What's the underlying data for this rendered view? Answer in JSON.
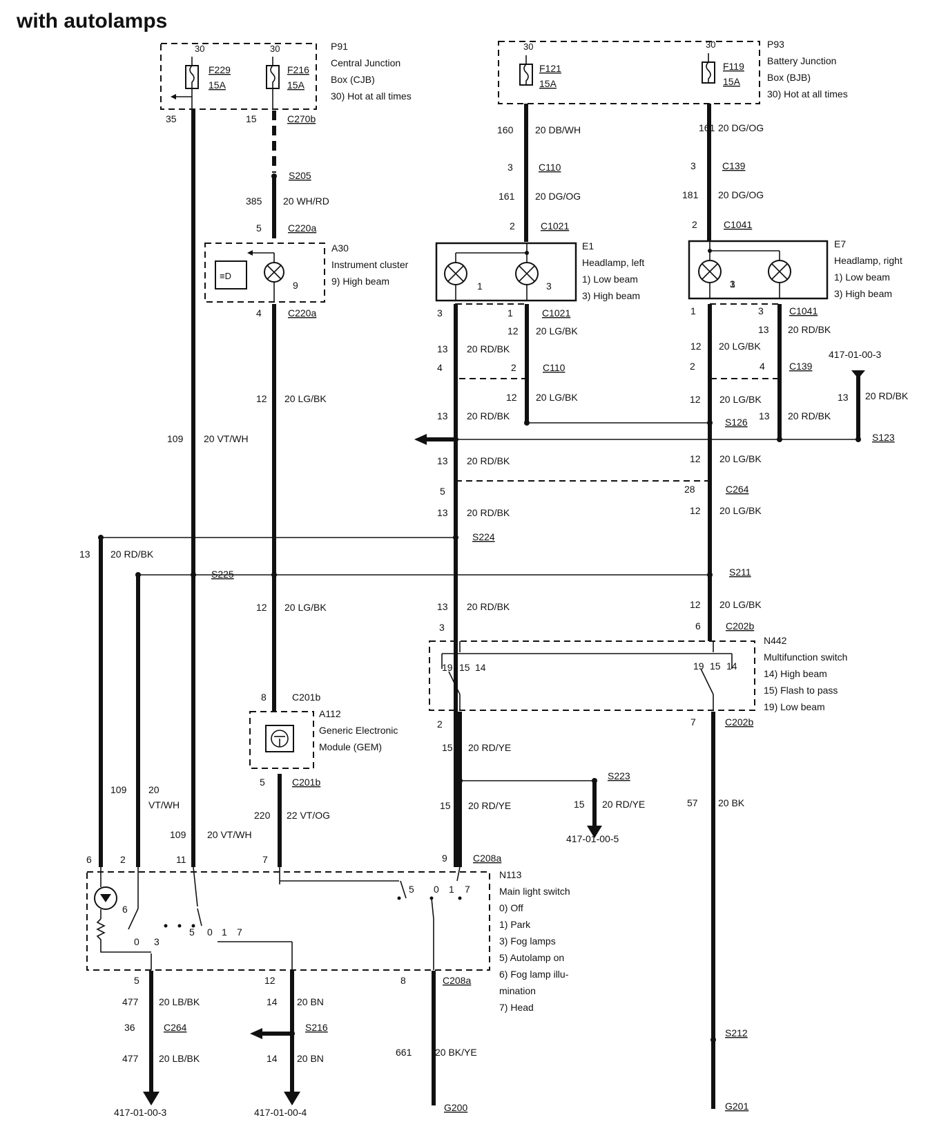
{
  "title": "with autolamps",
  "components": {
    "p91": [
      "P91",
      "Central Junction",
      "Box (CJB)",
      "30)   Hot at all times"
    ],
    "p93": [
      "P93",
      "Battery Junction",
      "Box (BJB)",
      "30)   Hot at all times"
    ],
    "a30": [
      "A30",
      "Instrument cluster",
      "9)      High beam"
    ],
    "e1": [
      "E1",
      "Headlamp, left",
      "1)      Low beam",
      "3)      High beam"
    ],
    "e7": [
      "E7",
      "Headlamp, right",
      "1)      Low beam",
      "3)      High beam"
    ],
    "n442": [
      "N442",
      "Multifunction switch",
      "14)   High beam",
      "15)   Flash to pass",
      "19)   Low beam"
    ],
    "a112": [
      "A112",
      "Generic Electronic",
      "Module (GEM)"
    ],
    "n113": [
      "N113",
      "Main light switch",
      "0)     Off",
      "1)     Park",
      "3)     Fog lamps",
      "5)     Autolamp on",
      "6)     Fog lamp illu-",
      "        mination",
      "7)     Head"
    ]
  },
  "fuses": [
    {
      "name": "F229",
      "rating": "15A",
      "pin": "30"
    },
    {
      "name": "F216",
      "rating": "15A",
      "pin": "30"
    },
    {
      "name": "F121",
      "rating": "15A",
      "pin": "30"
    },
    {
      "name": "F119",
      "rating": "15A",
      "pin": "30"
    }
  ],
  "labels": [
    "35",
    "15",
    "C270b",
    "S205",
    "385",
    "20 WH/RD",
    "5",
    "C220a",
    "9",
    "4",
    "C220a",
    "160",
    "20 DB/WH",
    "3",
    "C110",
    "161",
    "20 DG/OG",
    "2",
    "C1021",
    "161",
    "20 DG/OG",
    "3",
    "C139",
    "181",
    "20 DG/OG",
    "2",
    "C1041",
    "1",
    "3",
    "1",
    "3",
    "3",
    "1",
    "C1021",
    "12",
    "20 LG/BK",
    "13",
    "20 RD/BK",
    "4",
    "2",
    "C110",
    "1",
    "3",
    "C1041",
    "13",
    "20 RD/BK",
    "12",
    "20 LG/BK",
    "2",
    "4",
    "C139",
    "417-01-00-3",
    "13",
    "20 RD/BK",
    "12",
    "20 LG/BK",
    "13",
    "20 RD/BK",
    "12",
    "20 LG/BK",
    "S126",
    "13",
    "20 RD/BK",
    "S123",
    "109",
    "20 VT/WH",
    "12",
    "20 LG/BK",
    "13",
    "20 RD/BK",
    "12",
    "20 LG/BK",
    "5",
    "28",
    "C264",
    "13",
    "20 RD/BK",
    "12",
    "20 LG/BK",
    "S224",
    "13",
    "20 RD/BK",
    "S225",
    "S211",
    "12",
    "20 LG/BK",
    "13",
    "20 RD/BK",
    "12",
    "20 LG/BK",
    "3",
    "6",
    "C202b",
    "19",
    "15",
    "14",
    "19",
    "15",
    "14",
    "8",
    "C201b",
    "2",
    "7",
    "C202b",
    "15",
    "20 RD/YE",
    "5",
    "C201b",
    "S223",
    "109",
    "20",
    "VT/WH",
    "15",
    "20 RD/YE",
    "15",
    "20 RD/YE",
    "57",
    "20 BK",
    "220",
    "22 VT/OG",
    "417-01-00-5",
    "109",
    "20 VT/WH",
    "6",
    "2",
    "11",
    "7",
    "9",
    "C208a",
    "5",
    "0",
    "1",
    "7",
    "6",
    "5",
    "0",
    "1",
    "7",
    "0",
    "3",
    "5",
    "12",
    "8",
    "C208a",
    "477",
    "20 LB/BK",
    "14",
    "20 BN",
    "36",
    "C264",
    "S216",
    "S212",
    "477",
    "20 LB/BK",
    "14",
    "20 BN",
    "661",
    "20 BK/YE",
    "417-01-00-3",
    "417-01-00-4",
    "G200",
    "G201"
  ]
}
